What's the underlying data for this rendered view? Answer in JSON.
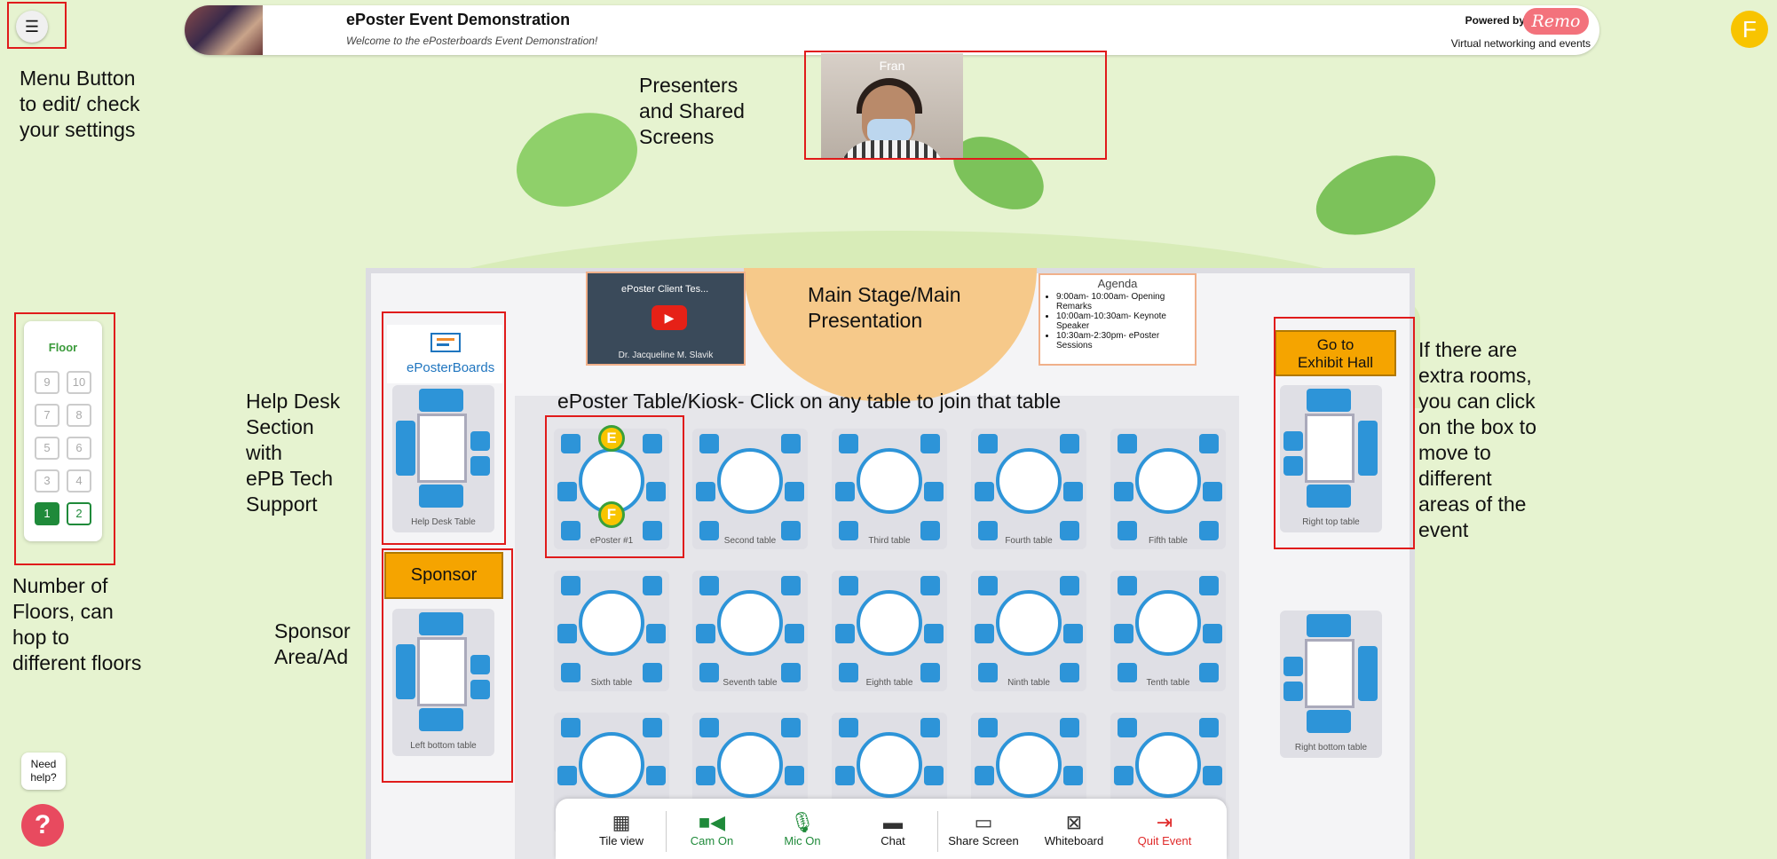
{
  "header": {
    "title": "ePoster Event Demonstration",
    "subtitle": "Welcome to the ePosterboards Event Demonstration!",
    "powered_by": "Powered by",
    "brand": "Remo",
    "brand_tagline": "Virtual networking and events"
  },
  "user_avatar": "F",
  "presenter": {
    "name": "Fran"
  },
  "stage_video": {
    "title": "ePoster Client Tes...",
    "caption": "Dr. Jacqueline M. Slavik"
  },
  "agenda": {
    "heading": "Agenda",
    "items": [
      "9:00am- 10:00am- Opening Remarks",
      "10:00am-10:30am- Keynote Speaker",
      "10:30am-2:30pm- ePoster Sessions"
    ]
  },
  "help_desk": {
    "brand": "ePosterBoards",
    "label": "Help Desk Table"
  },
  "exhibit_button": "Go to\nExhibit Hall",
  "sponsor_label": "Sponsor",
  "side_tables": {
    "right_top": "Right top table",
    "right_bottom": "Right bottom table",
    "left_bottom": "Left bottom table"
  },
  "tables": [
    "ePoster #1",
    "Second table",
    "Third table",
    "Fourth table",
    "Fifth table",
    "Sixth table",
    "Seventh table",
    "Eighth table",
    "Ninth table",
    "Tenth table",
    "",
    "",
    "",
    "",
    ""
  ],
  "attendee_badges": [
    "E",
    "F"
  ],
  "floor_panel": {
    "title": "Floor",
    "floors": [
      "9",
      "10",
      "7",
      "8",
      "5",
      "6",
      "3",
      "4",
      "1",
      "2"
    ],
    "current": "1"
  },
  "toolbar": {
    "tile_view": "Tile view",
    "cam": "Cam On",
    "mic": "Mic On",
    "chat": "Chat",
    "share": "Share Screen",
    "whiteboard": "Whiteboard",
    "quit": "Quit Event"
  },
  "help": {
    "bubble": "Need\nhelp?",
    "icon": "?"
  },
  "annotations": {
    "menu": "Menu Button\nto edit/ check\nyour settings",
    "presenters": "Presenters\nand Shared\nScreens",
    "main_stage": "Main Stage/Main\nPresentation",
    "epostertable": "ePoster Table/Kiosk- Click on any table to join that table",
    "help_desk": "Help Desk\nSection\nwith\nePB Tech\nSupport",
    "floors": "Number of\nFloors, can\nhop to\ndifferent floors",
    "sponsor": "Sponsor\nArea/Ad",
    "rooms": "If there are\nextra rooms,\nyou can click\non the box to\nmove to\ndifferent\nareas of the\nevent"
  },
  "colors": {
    "background": "#e6f3d0",
    "accent_green": "#1f8a3a",
    "chair_blue": "#2d94d8",
    "sponsor_orange": "#f5a400",
    "quit_red": "#e02b2b",
    "annotation_red": "#e01b1b"
  },
  "icons": {
    "menu": "hamburger-icon",
    "tile": "grid-icon",
    "cam": "camera-icon",
    "mic": "microphone-icon",
    "chat": "chat-icon",
    "share": "share-screen-icon",
    "whiteboard": "whiteboard-icon",
    "quit": "exit-icon",
    "help": "question-icon"
  }
}
